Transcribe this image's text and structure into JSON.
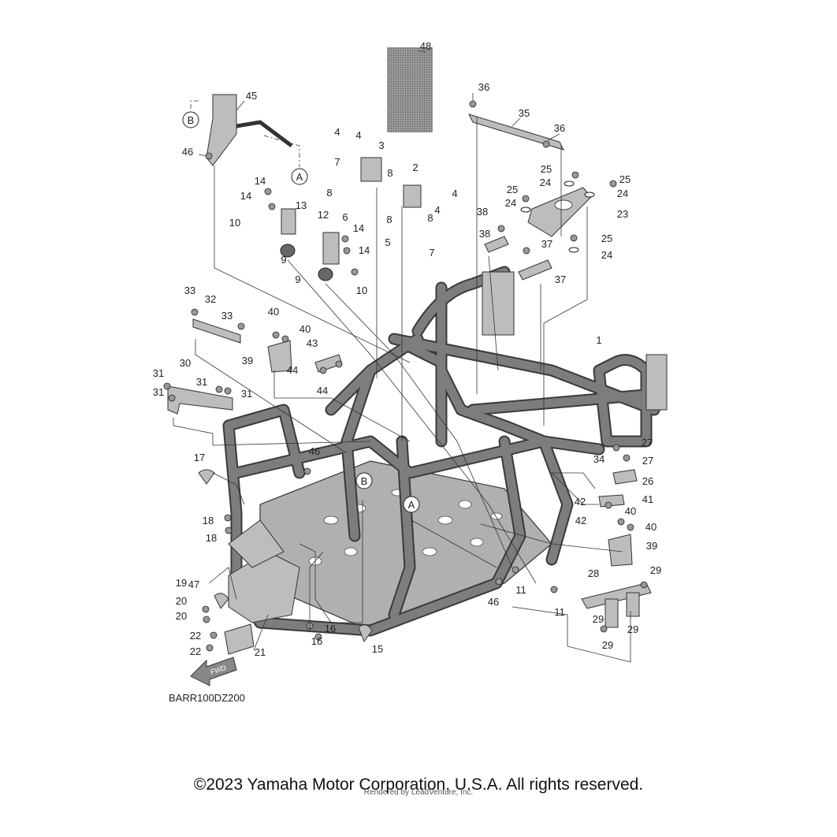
{
  "diagram": {
    "code": "BARR100DZ200",
    "copyright": "©2023 Yamaha Motor Corporation, U.S.A. All rights reserved.",
    "rendered_by": "Rendered by LeadVenture, Inc.",
    "fwd_label": "FWD",
    "callouts": [
      "48",
      "36",
      "35",
      "36",
      "45",
      "B",
      "46",
      "A",
      "4",
      "4",
      "3",
      "7",
      "8",
      "8",
      "6",
      "2",
      "4",
      "8",
      "8",
      "4",
      "5",
      "7",
      "14",
      "14",
      "13",
      "10",
      "12",
      "14",
      "14",
      "9",
      "9",
      "10",
      "25",
      "24",
      "25",
      "25",
      "24",
      "24",
      "23",
      "25",
      "24",
      "38",
      "37",
      "38",
      "37",
      "33",
      "32",
      "33",
      "40",
      "40",
      "39",
      "43",
      "44",
      "44",
      "1",
      "31",
      "30",
      "31",
      "31",
      "31",
      "17",
      "46",
      "B",
      "A",
      "27",
      "34",
      "27",
      "26",
      "41",
      "42",
      "42",
      "40",
      "40",
      "39",
      "18",
      "18",
      "47",
      "19",
      "20",
      "20",
      "11",
      "46",
      "11",
      "28",
      "29",
      "29",
      "29",
      "29",
      "22",
      "22",
      "21",
      "16",
      "16",
      "15"
    ]
  }
}
